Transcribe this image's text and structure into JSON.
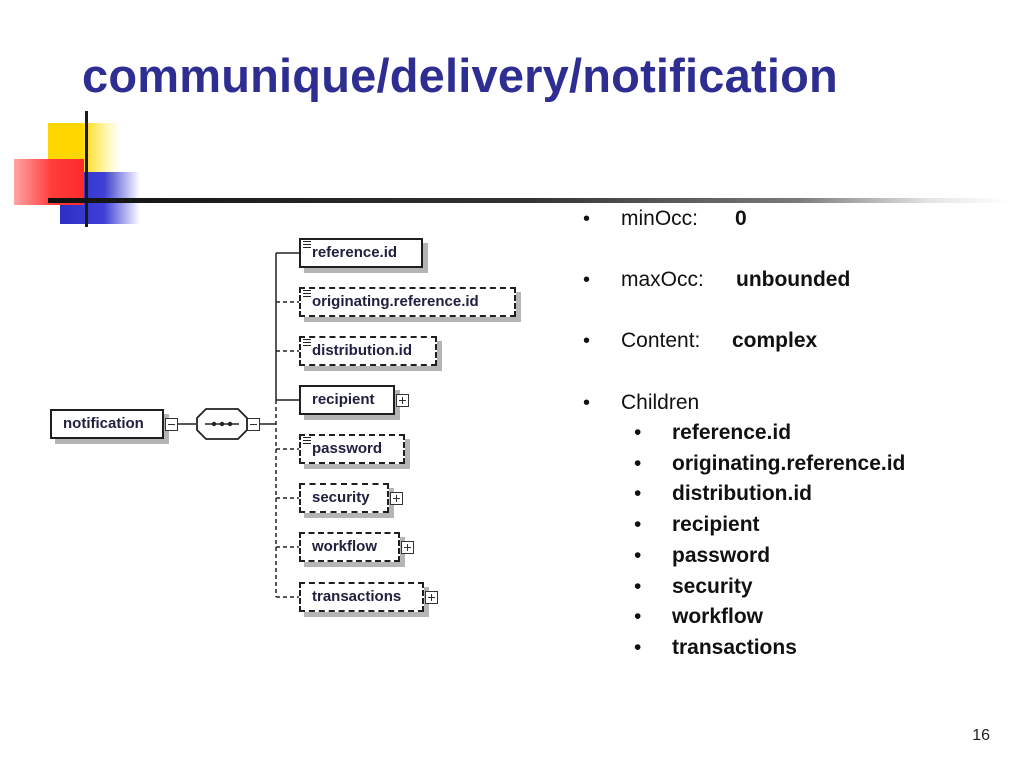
{
  "slide": {
    "title": "communique/delivery/notification",
    "page_number": "16"
  },
  "diagram": {
    "root": "notification",
    "children": [
      {
        "name": "reference.id",
        "optional": false,
        "expandable": false,
        "has_doc": true
      },
      {
        "name": "originating.reference.id",
        "optional": true,
        "expandable": false,
        "has_doc": true
      },
      {
        "name": "distribution.id",
        "optional": true,
        "expandable": false,
        "has_doc": true
      },
      {
        "name": "recipient",
        "optional": false,
        "expandable": true,
        "has_doc": false
      },
      {
        "name": "password",
        "optional": true,
        "expandable": false,
        "has_doc": true
      },
      {
        "name": "security",
        "optional": true,
        "expandable": true,
        "has_doc": false
      },
      {
        "name": "workflow",
        "optional": true,
        "expandable": true,
        "has_doc": false
      },
      {
        "name": "transactions",
        "optional": true,
        "expandable": true,
        "has_doc": false
      }
    ]
  },
  "properties": {
    "minOcc": {
      "label": "minOcc:",
      "value": "0"
    },
    "maxOcc": {
      "label": "maxOcc:",
      "value": "unbounded"
    },
    "content": {
      "label": "Content:",
      "value": "complex"
    },
    "children_label": "Children",
    "children": [
      "reference.id",
      "originating.reference.id",
      "distribution.id",
      "recipient",
      "password",
      "security",
      "workflow",
      "transactions"
    ]
  },
  "colors": {
    "title": "#2e2e92",
    "accent_yellow": "#ffd700",
    "accent_blue": "#2d2fc4",
    "accent_red": "#ff3b3b"
  }
}
